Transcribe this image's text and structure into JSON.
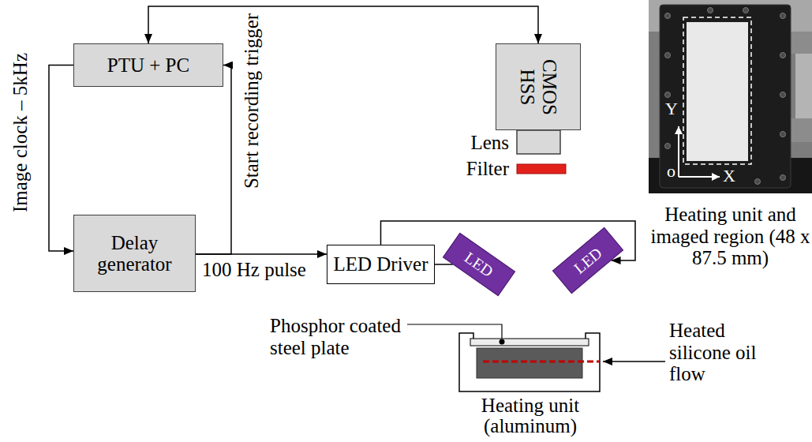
{
  "diagram": {
    "nodes": [
      {
        "text": [
          "PTU + PC"
        ]
      },
      {
        "text": [
          "CMOS HSS"
        ]
      },
      {
        "text": [
          "Delay generator"
        ]
      },
      {
        "text": [
          "LED Driver"
        ]
      },
      {
        "text": [
          "LED"
        ]
      },
      {
        "text": [
          "LED"
        ]
      }
    ],
    "edges": [
      {
        "from": 0,
        "to": 1,
        "arrow": "both"
      },
      {
        "from": 0,
        "to": 2,
        "label": "Image clock – 5kHz",
        "arrow": "to"
      },
      {
        "from": 2,
        "to": 0,
        "label": "Start recording trigger",
        "arrow": "to"
      },
      {
        "from": 2,
        "to": 3,
        "label": "100 Hz pulse",
        "arrow": "to"
      },
      {
        "from": 3,
        "to": 4,
        "arrow": "none"
      },
      {
        "from": 3,
        "to": 5,
        "arrow": "to"
      }
    ],
    "labels": [
      "Lens",
      "Filter",
      "Y",
      "o",
      "X",
      "Heating unit and imaged region (48 x 87.5 mm)",
      "Phosphor coated steel plate",
      "Heated silicone oil flow",
      "Heating unit (aluminum)"
    ]
  }
}
